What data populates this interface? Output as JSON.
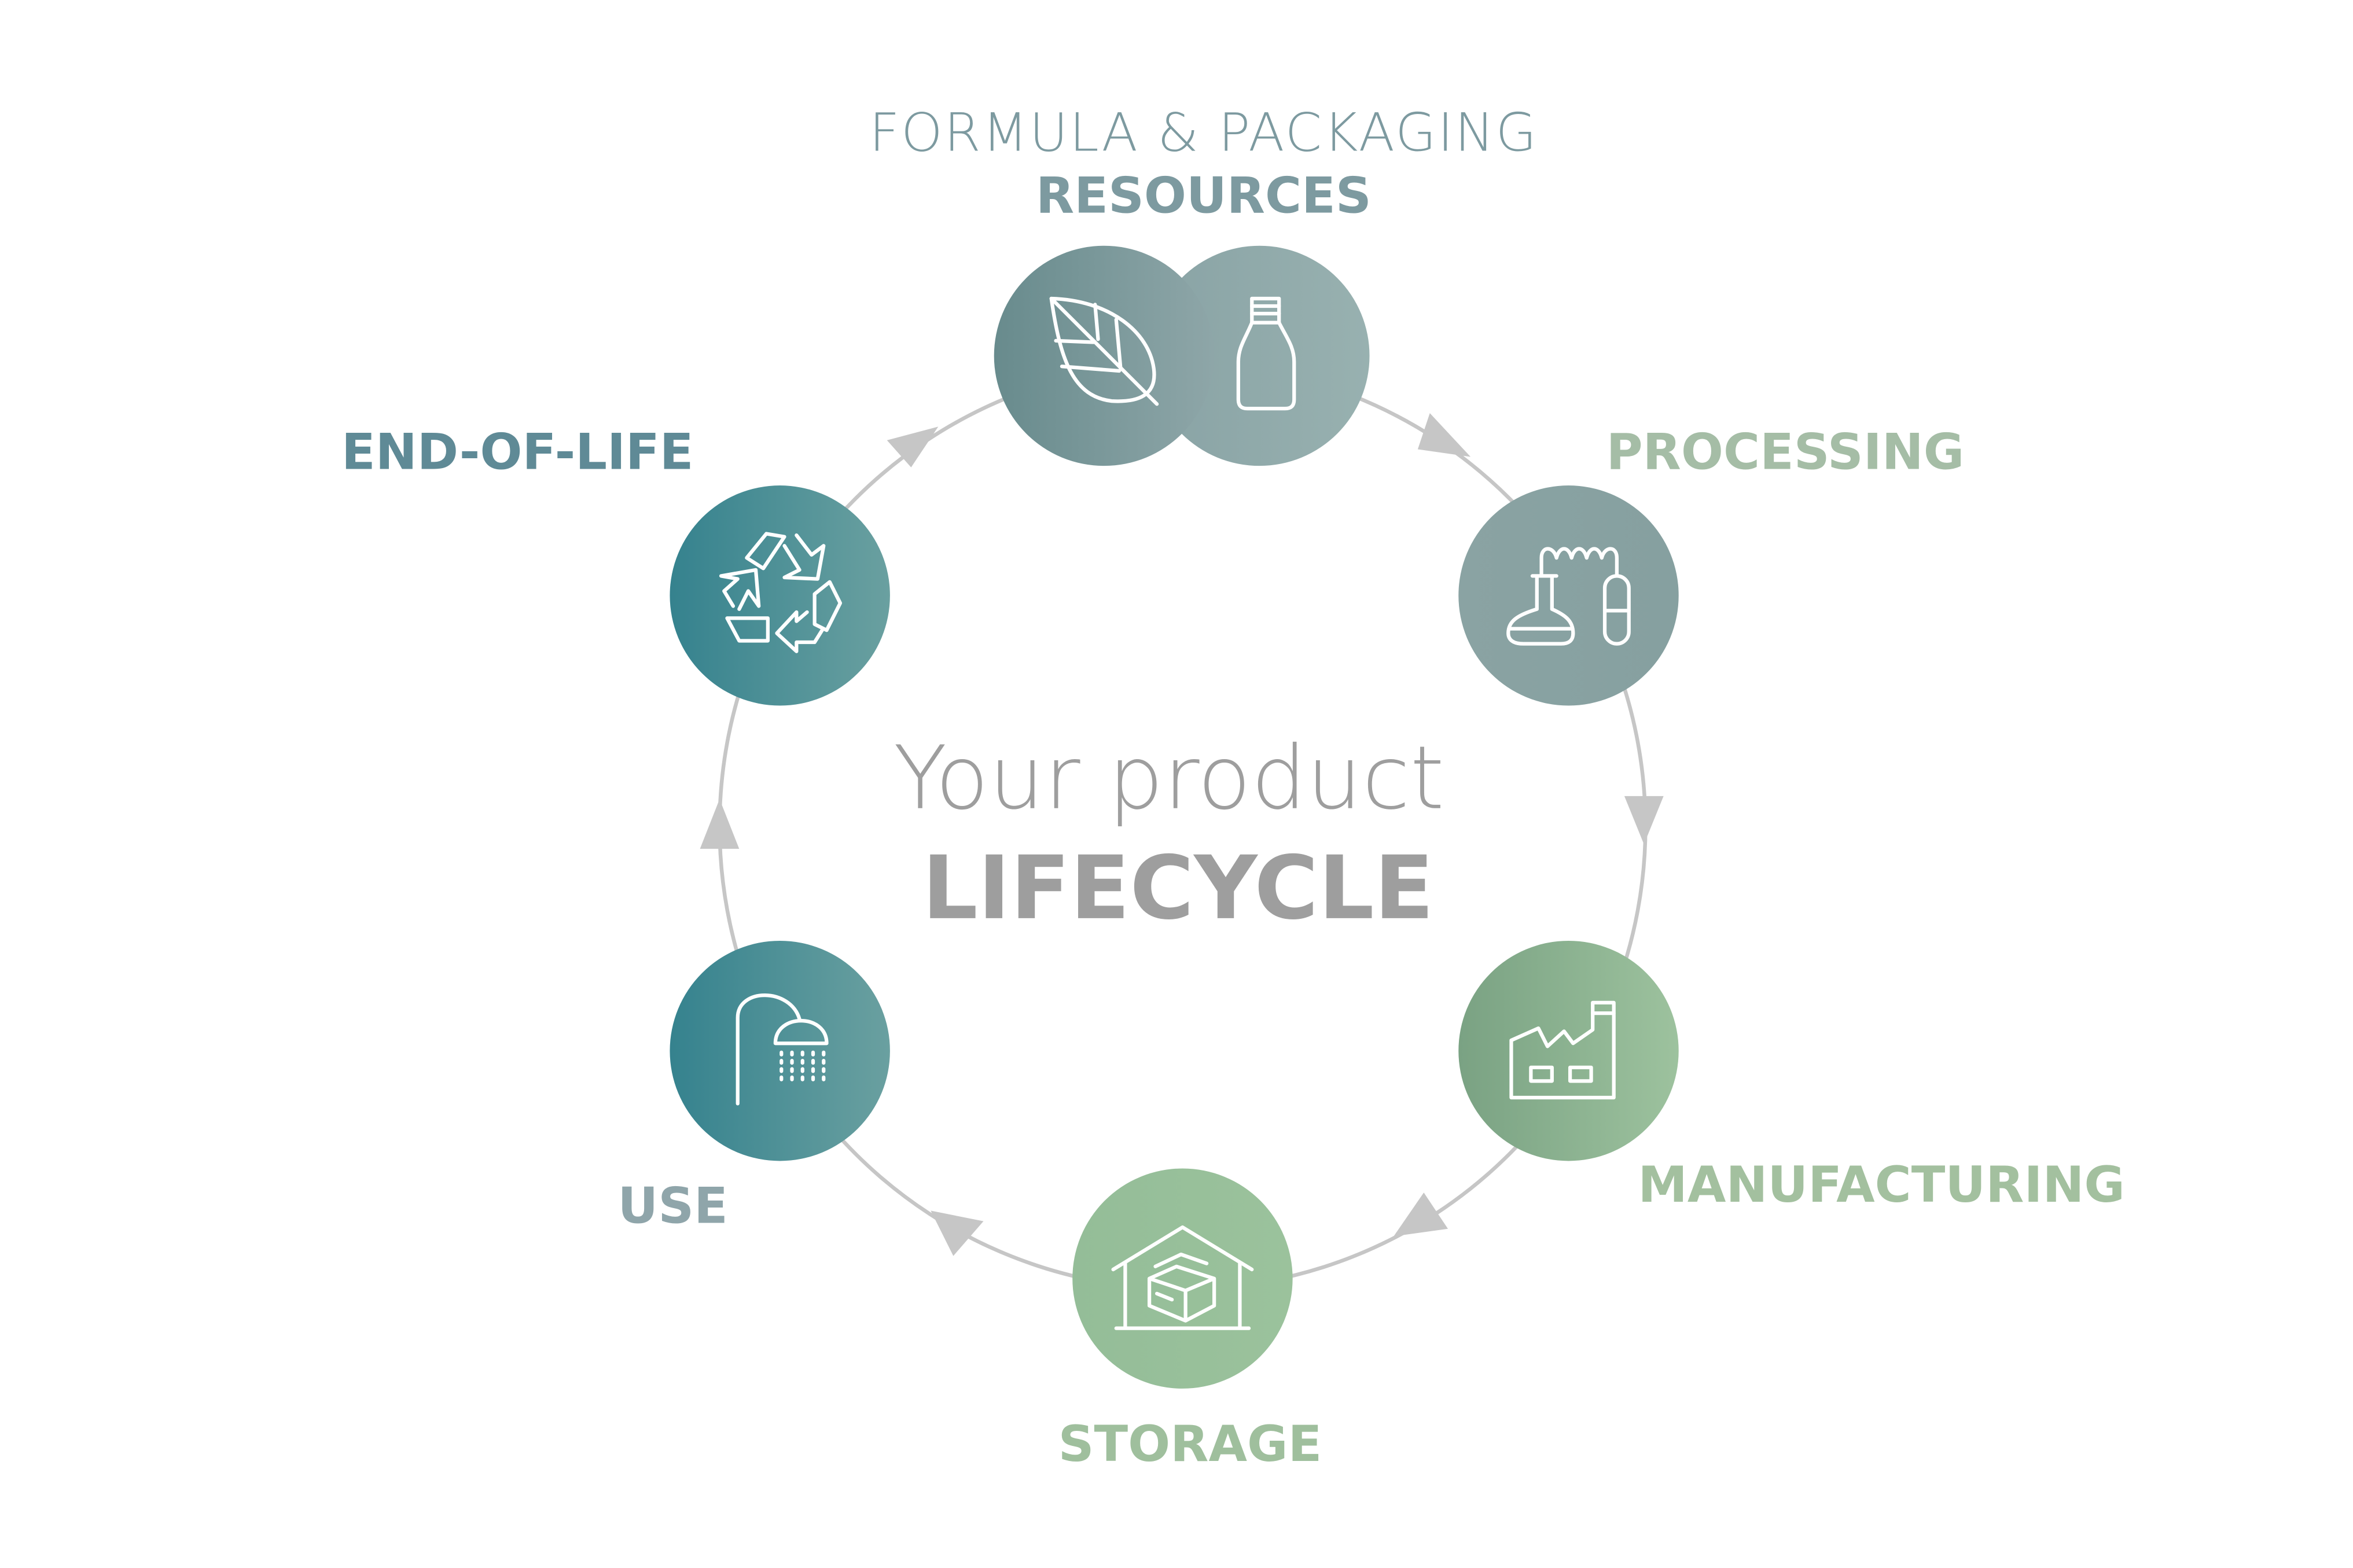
{
  "center": {
    "line1": "Your product",
    "line2": "LIFECYCLE"
  },
  "stages": {
    "resources": {
      "subtitle": "FORMULA & PACKAGING",
      "title": "RESOURCES",
      "icons": [
        "leaf-icon",
        "bottle-icon"
      ]
    },
    "processing": {
      "title": "PROCESSING",
      "icon": "lab-flask-icon"
    },
    "manufacturing": {
      "title": "MANUFACTURING",
      "icon": "factory-icon"
    },
    "storage": {
      "title": "STORAGE",
      "icon": "warehouse-boxes-icon"
    },
    "use": {
      "title": "USE",
      "icon": "shower-icon"
    },
    "end_of_life": {
      "title": "END-OF-LIFE",
      "icon": "recycle-icon"
    }
  },
  "colors": {
    "ring": "#c6c6c6",
    "center_text": "#9e9e9e",
    "resources_label": "#7d9aa0",
    "processing_label": "#a5bda6",
    "manufacturing_label": "#a3c09f",
    "storage_label": "#9fbf9d",
    "use_label": "#8fa5aa",
    "eol_label": "#5f8a96"
  }
}
